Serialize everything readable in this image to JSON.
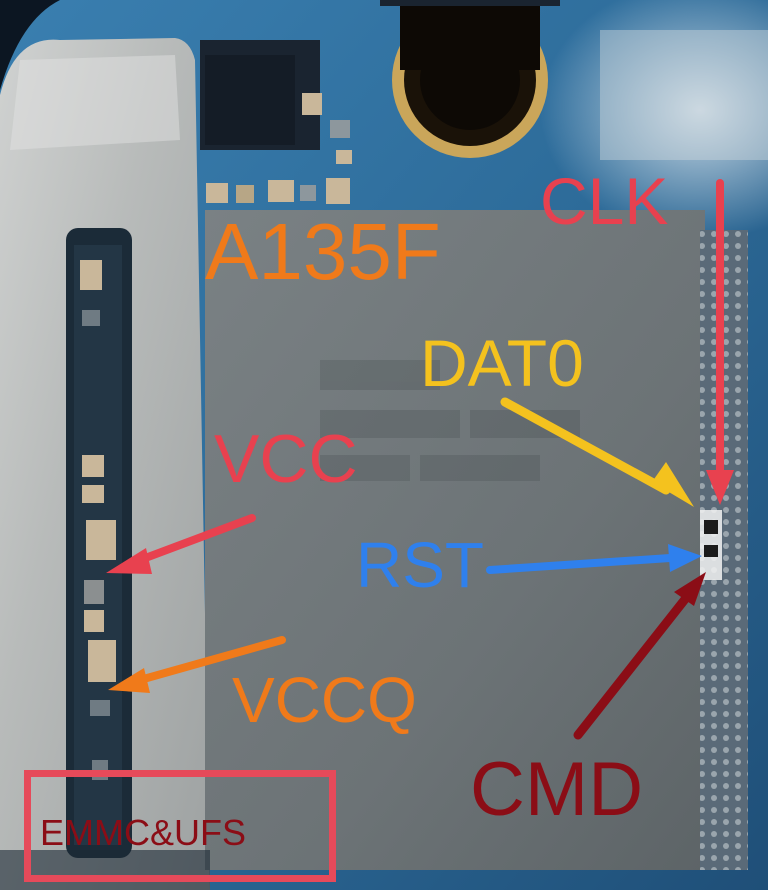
{
  "labels": {
    "model": "A135F",
    "clk": "CLK",
    "dat0": "DAT0",
    "vcc": "VCC",
    "rst": "RST",
    "vccq": "VCCQ",
    "cmd": "CMD",
    "chip_type": "EMMC&UFS"
  },
  "colors": {
    "model": "#f07a1a",
    "clk": "#e8414f",
    "dat0": "#f4c21e",
    "vcc": "#e8414f",
    "rst": "#2f80ed",
    "vccq": "#f07a1a",
    "cmd": "#8b0d16",
    "chip_type": "#8b0d16",
    "chip_type_box": "#e64a5a",
    "board": "#2e6f9e",
    "shield": "#b9bcbc",
    "chip": "#6f7679"
  }
}
